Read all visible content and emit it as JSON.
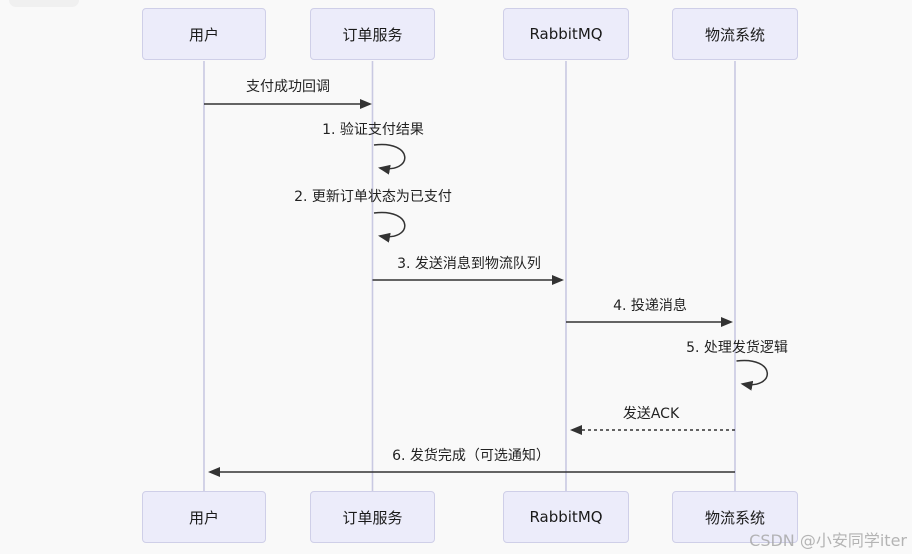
{
  "diagram": {
    "type": "sequence",
    "actors": [
      {
        "id": "user",
        "label": "用户"
      },
      {
        "id": "order-service",
        "label": "订单服务"
      },
      {
        "id": "rabbitmq",
        "label": "RabbitMQ"
      },
      {
        "id": "logistics",
        "label": "物流系统"
      }
    ],
    "messages": [
      {
        "from": "用户",
        "to": "订单服务",
        "label": "支付成功回调",
        "style": "solid"
      },
      {
        "from": "订单服务",
        "to": "订单服务",
        "label": "1. 验证支付结果",
        "style": "self"
      },
      {
        "from": "订单服务",
        "to": "订单服务",
        "label": "2. 更新订单状态为已支付",
        "style": "self"
      },
      {
        "from": "订单服务",
        "to": "RabbitMQ",
        "label": "3. 发送消息到物流队列",
        "style": "solid"
      },
      {
        "from": "RabbitMQ",
        "to": "物流系统",
        "label": "4. 投递消息",
        "style": "solid"
      },
      {
        "from": "物流系统",
        "to": "物流系统",
        "label": "5. 处理发货逻辑",
        "style": "self"
      },
      {
        "from": "物流系统",
        "to": "RabbitMQ",
        "label": "发送ACK",
        "style": "dashed"
      },
      {
        "from": "物流系统",
        "to": "用户",
        "label": "6. 发货完成（可选通知）",
        "style": "solid"
      }
    ]
  },
  "colors": {
    "actor_fill": "#ececfa",
    "actor_border": "#cfcfe8",
    "lifeline": "#c9c9e2",
    "arrow": "#333333",
    "background": "#f9f9f9",
    "watermark": "#a8a8a8"
  },
  "watermark": "CSDN @小安同学iter"
}
